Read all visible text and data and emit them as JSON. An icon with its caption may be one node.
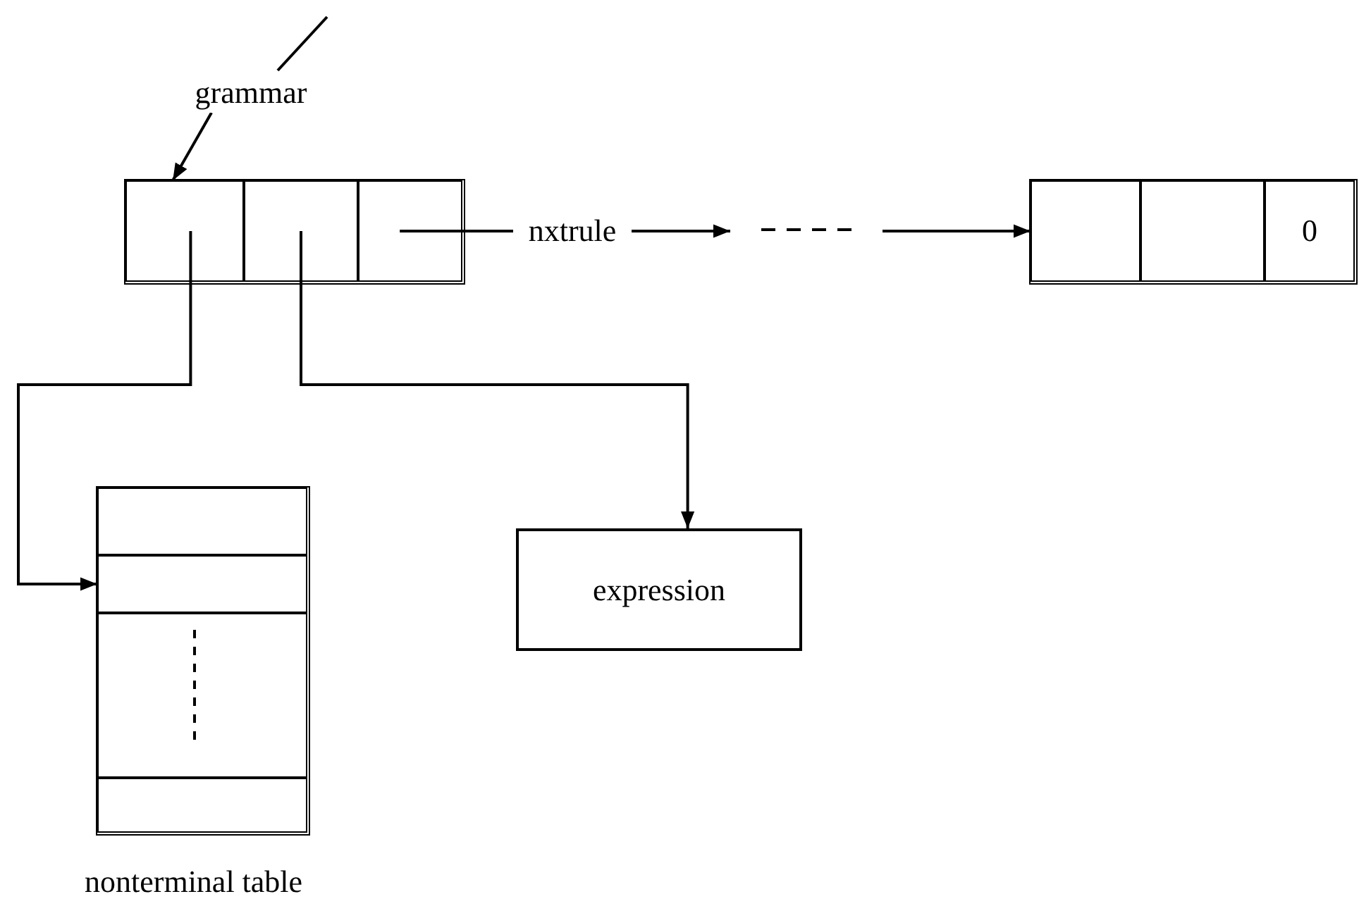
{
  "diagram": {
    "nodes": [
      {
        "text": [
          "grammar"
        ]
      },
      {
        "text": [],
        "shape": "box"
      },
      {
        "text": [],
        "shape": "box",
        "in": 1
      },
      {
        "text": [],
        "shape": "box",
        "in": 1
      },
      {
        "text": [],
        "shape": "box",
        "in": 1
      },
      {
        "text": [
          "nxtrule"
        ]
      },
      {
        "text": [],
        "shape": "box"
      },
      {
        "text": [],
        "shape": "box",
        "in": 6
      },
      {
        "text": [],
        "shape": "box",
        "in": 6
      },
      {
        "text": [
          "0"
        ],
        "in": 6
      },
      {
        "text": [],
        "shape": "box",
        "beside": [
          "nonterminal table"
        ]
      },
      {
        "text": [],
        "shape": "box",
        "in": 10
      },
      {
        "text": [],
        "shape": "box",
        "in": 10
      },
      {
        "text": [],
        "shape": "box",
        "in": 10
      },
      {
        "text": [],
        "shape": "box",
        "in": 10
      },
      {
        "text": [
          "expression"
        ]
      }
    ],
    "edges": [
      {
        "from": 0,
        "to": 2,
        "arrow": "to"
      },
      {
        "from": 4,
        "to": 5,
        "arrow": "none"
      },
      {
        "from": 5,
        "to": null,
        "arrow": "to"
      },
      {
        "from": null,
        "to": 7,
        "arrow": "to"
      },
      {
        "from": 2,
        "to": 12,
        "arrow": "to"
      },
      {
        "from": 3,
        "to": 15,
        "arrow": "to"
      }
    ]
  }
}
